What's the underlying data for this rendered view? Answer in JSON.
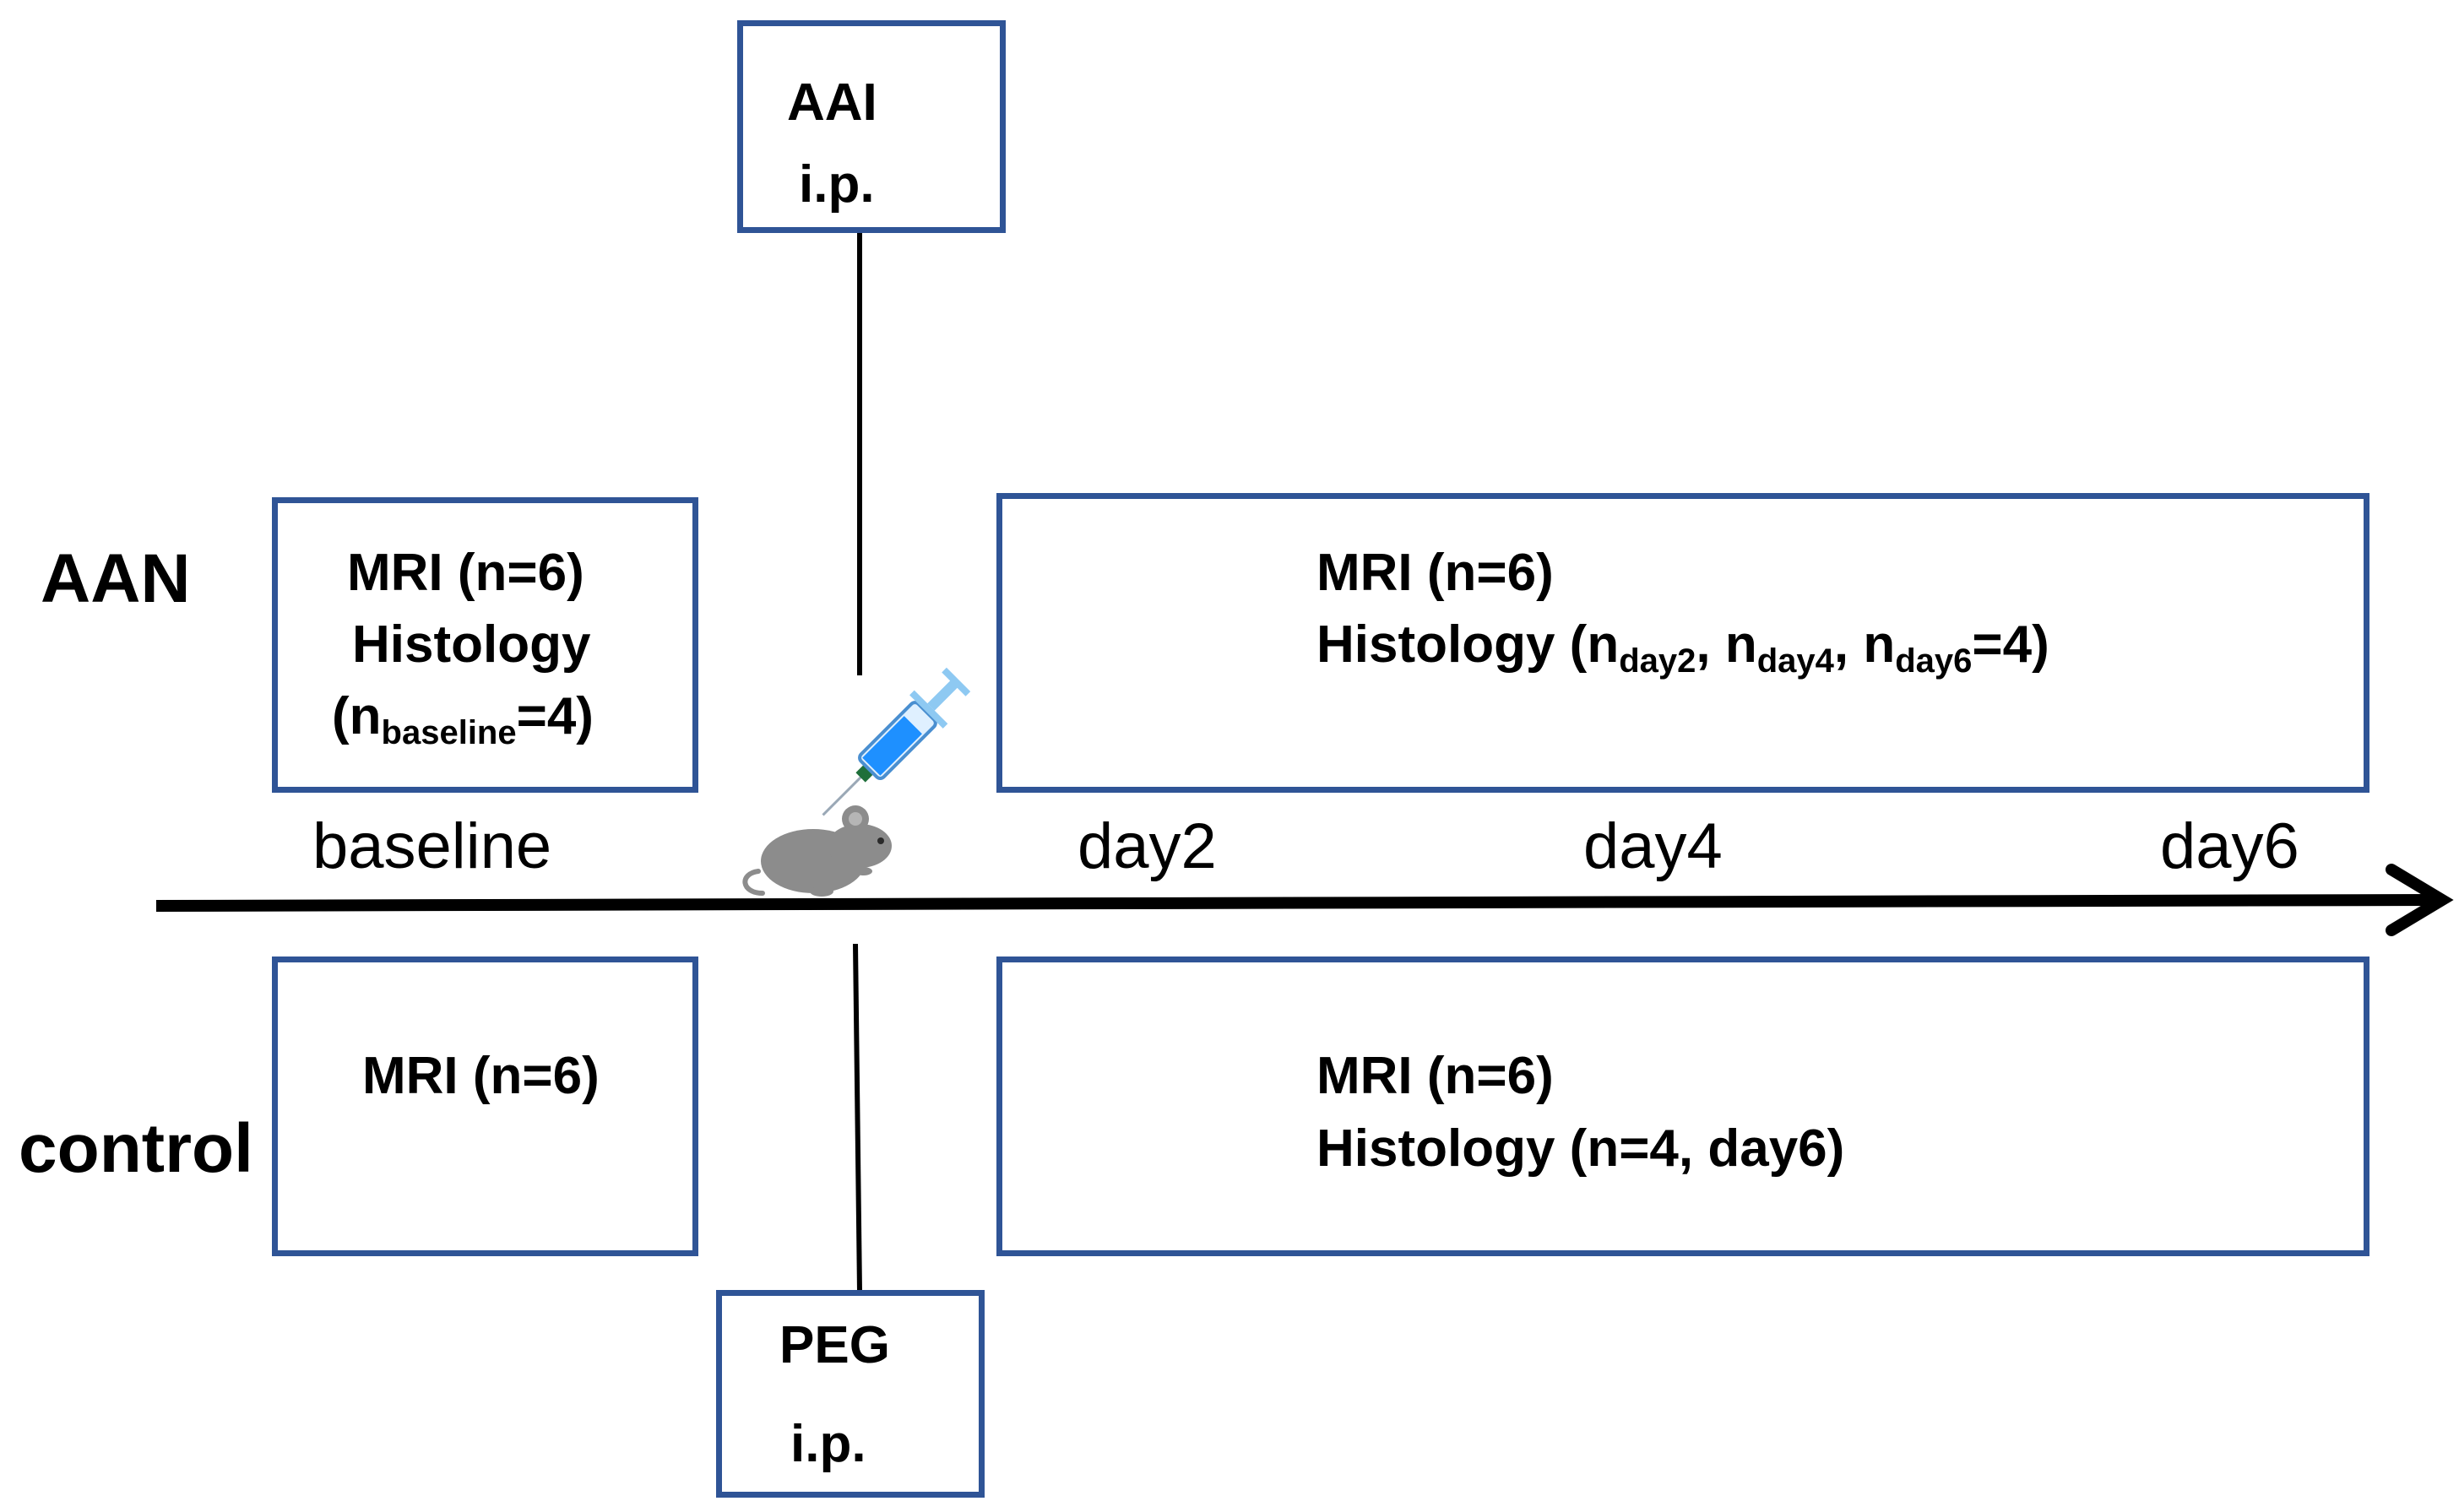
{
  "groups": {
    "aan": "AAN",
    "control": "control"
  },
  "injections": {
    "top": {
      "line1": "AAI",
      "line2": "i.p."
    },
    "bottom": {
      "line1": "PEG",
      "line2": "i.p."
    }
  },
  "timeline": {
    "ticks": [
      "baseline",
      "day2",
      "day4",
      "day6"
    ]
  },
  "aan_baseline": {
    "mri": "MRI (n=6)",
    "histology": "Histology",
    "n_open": "(n",
    "n_sub": "baseline",
    "n_close": "=4)"
  },
  "aan_followup": {
    "mri": "MRI (n=6)",
    "histology_prefix": "Histology (n",
    "sub1": "day2",
    "sep1": ", n",
    "sub2": "day4",
    "sep2": ", n",
    "sub3": "day6",
    "suffix": "=4)"
  },
  "control_baseline": {
    "mri": "MRI (n=6)"
  },
  "control_followup": {
    "mri": "MRI (n=6)",
    "histology": "Histology (n=4, day6)"
  },
  "icons": {
    "syringe": "syringe-icon",
    "mouse": "mouse-icon"
  },
  "colors": {
    "box_border": "#2f5496",
    "syringe_fluid": "#1e90ff",
    "mouse": "#8c8c8c"
  }
}
